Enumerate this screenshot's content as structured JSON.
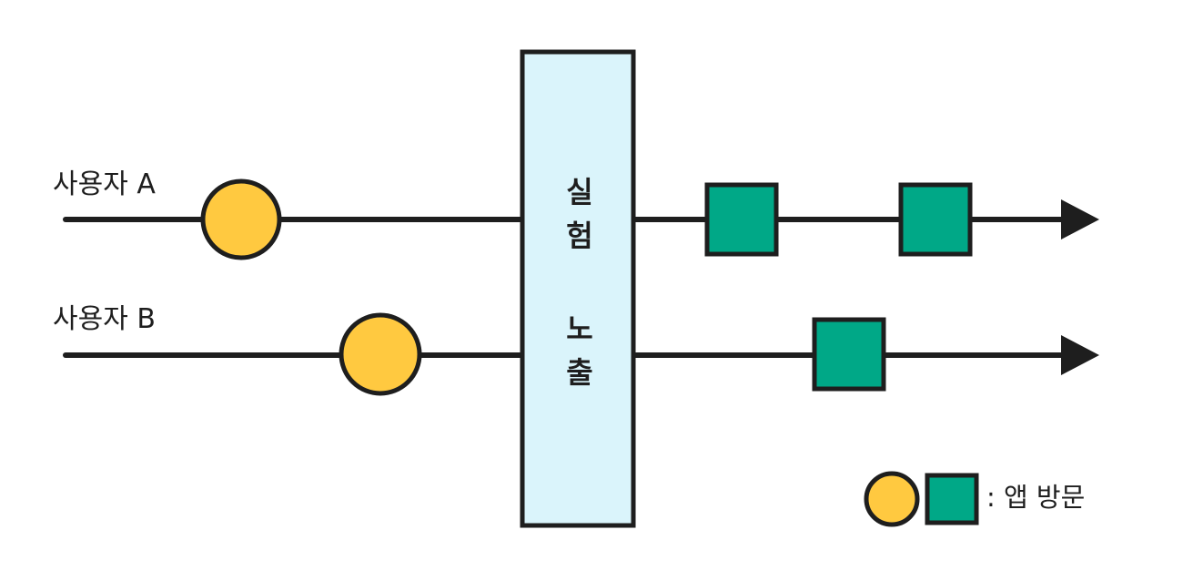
{
  "users": [
    {
      "label": "사용자 A"
    },
    {
      "label": "사용자 B"
    }
  ],
  "exposure_box": {
    "label": "실험 노출"
  },
  "legend": {
    "label": ": 앱 방문"
  },
  "colors": {
    "stroke": "#1e1e1e",
    "circle_fill": "#ffc940",
    "square_fill": "#00a887",
    "box_fill": "#daf4fb"
  }
}
